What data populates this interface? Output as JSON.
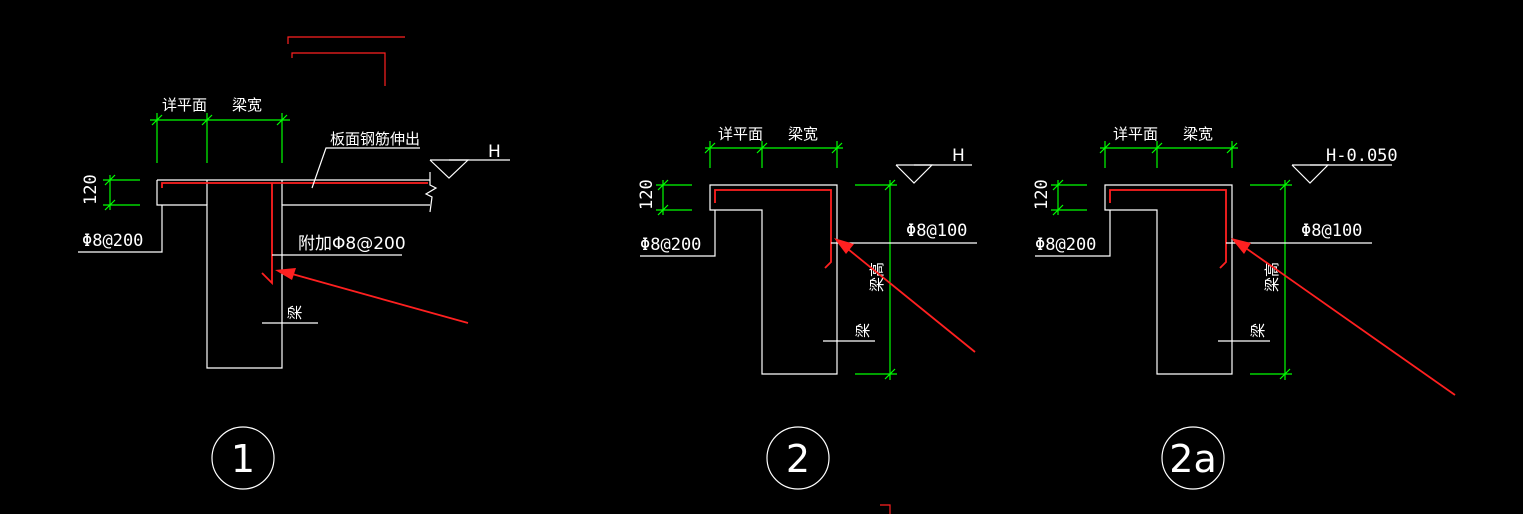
{
  "colors": {
    "background": "#000000",
    "outline": "#ffffff",
    "dimension": "#00ff00",
    "rebar": "#ff2020"
  },
  "details": [
    {
      "id": "1",
      "dim_left": "详平面",
      "dim_right": "梁宽",
      "slab_thickness": "120",
      "level": "H",
      "note": "板面钢筋伸出",
      "rebar_label": "Φ8@200",
      "extra_rebar_label": "附加Φ8@200",
      "beam_label": "梁"
    },
    {
      "id": "2",
      "dim_left": "详平面",
      "dim_right": "梁宽",
      "slab_thickness": "120",
      "level": "H",
      "rebar_label": "Φ8@200",
      "stirrup_label": "Φ8@100",
      "height_label": "梁高",
      "beam_label": "梁"
    },
    {
      "id": "2a",
      "dim_left": "详平面",
      "dim_right": "梁宽",
      "slab_thickness": "120",
      "level": "H-0.050",
      "rebar_label": "Φ8@200",
      "stirrup_label": "Φ8@100",
      "height_label": "梁高",
      "beam_label": "梁"
    }
  ]
}
